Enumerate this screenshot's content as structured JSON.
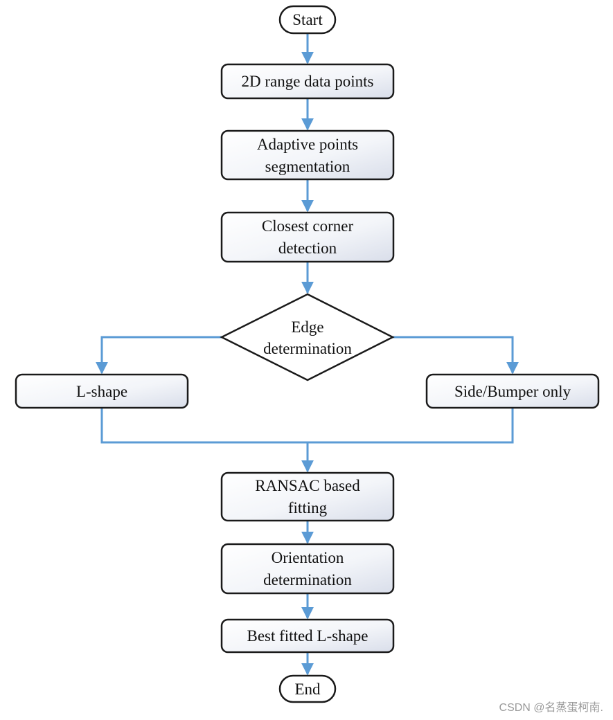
{
  "nodes": {
    "start": [
      "Start"
    ],
    "range_data": [
      "2D range data points"
    ],
    "segmentation": [
      "Adaptive points",
      "segmentation"
    ],
    "corner": [
      "Closest corner",
      "detection"
    ],
    "edge": [
      "Edge",
      "determination"
    ],
    "lshape": [
      "L-shape"
    ],
    "side": [
      "Side/Bumper only"
    ],
    "ransac": [
      "RANSAC based",
      "fitting"
    ],
    "orientation": [
      "Orientation",
      "determination"
    ],
    "best": [
      "Best fitted L-shape"
    ],
    "end": [
      "End"
    ]
  },
  "watermark": "CSDN @名蒸蛋柯南.",
  "colors": {
    "connector": "#5B9BD5",
    "box_stroke": "#1a1a1a",
    "box_fill_light": "#ffffff",
    "box_fill_dark": "#dfe3ee"
  }
}
